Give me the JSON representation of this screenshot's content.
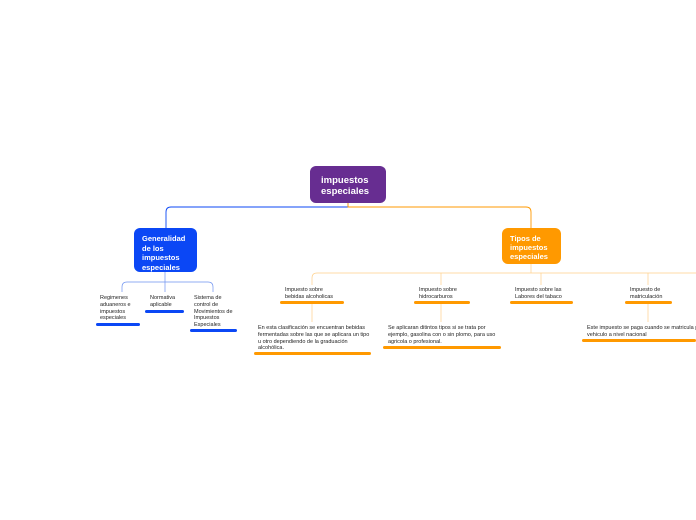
{
  "root": {
    "label": "impuestos especiales"
  },
  "branches": {
    "generalidad": {
      "label": "Generalidad de los impuestos especiales",
      "color": "#0b47f5",
      "children": [
        {
          "label": "Regimenes aduaneros e impuestos especiales"
        },
        {
          "label": "Normativa aplicable"
        },
        {
          "label": "Sistema de control de Movimientos de Impuestos Especiales"
        }
      ]
    },
    "tipos": {
      "label": "Tipos de impuestos especiales",
      "color": "#ff9900",
      "children": [
        {
          "label": "Impuesto sobre bebidas alcoholicas",
          "description": "En esta clasificación se encuentran bebidas fermentadas sobre las que se aplicara un tipo u otro dependiendo de la graduación alcohólica."
        },
        {
          "label": "Impuesto sobre hidrocarburos",
          "description": "Se aplicaran ditintos tipos si se trata  por ejemplo, gasolina con o sin plomo, para uso agricola o profesional."
        },
        {
          "label": "Impuesto sobre las Labores del tabaco"
        },
        {
          "label": "Impuesto de matriculación",
          "description": "Este impuesto se paga cuando se matricula por primera vez u vehiculo a nivel nacional"
        }
      ]
    }
  },
  "root_color": "#672d91"
}
